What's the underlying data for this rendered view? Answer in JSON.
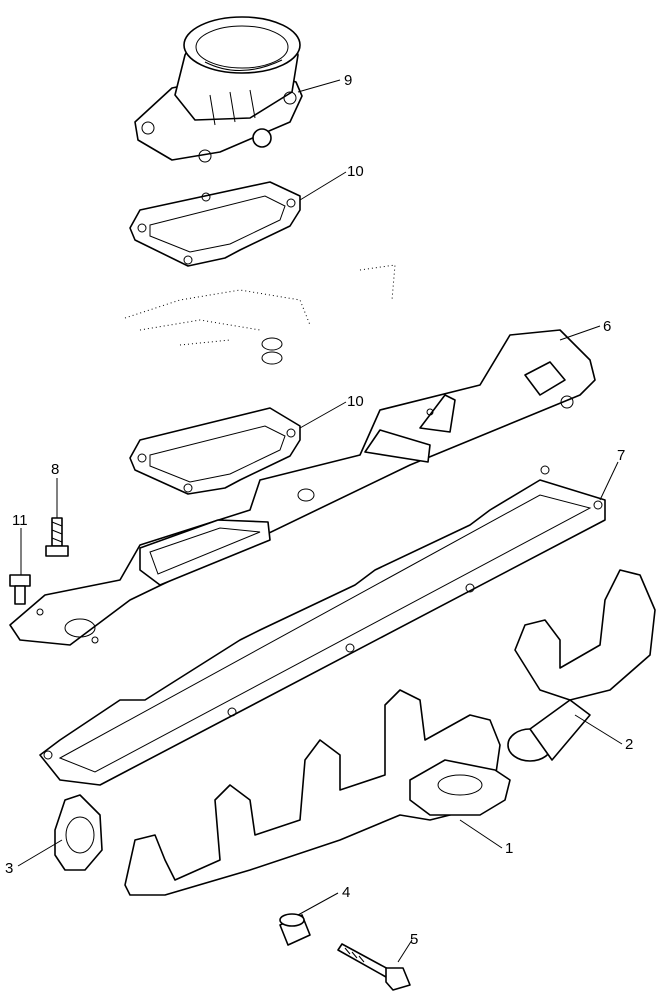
{
  "diagram": {
    "type": "exploded parts diagram",
    "colors": {
      "line": "#000000",
      "background": "#ffffff"
    },
    "callouts": [
      {
        "id": "c9",
        "label": "9"
      },
      {
        "id": "c10a",
        "label": "10"
      },
      {
        "id": "c6",
        "label": "6"
      },
      {
        "id": "c10b",
        "label": "10"
      },
      {
        "id": "c8",
        "label": "8"
      },
      {
        "id": "c7",
        "label": "7"
      },
      {
        "id": "c11",
        "label": "11"
      },
      {
        "id": "c2",
        "label": "2"
      },
      {
        "id": "c1",
        "label": "1"
      },
      {
        "id": "c3",
        "label": "3"
      },
      {
        "id": "c4",
        "label": "4"
      },
      {
        "id": "c5",
        "label": "5"
      }
    ]
  }
}
